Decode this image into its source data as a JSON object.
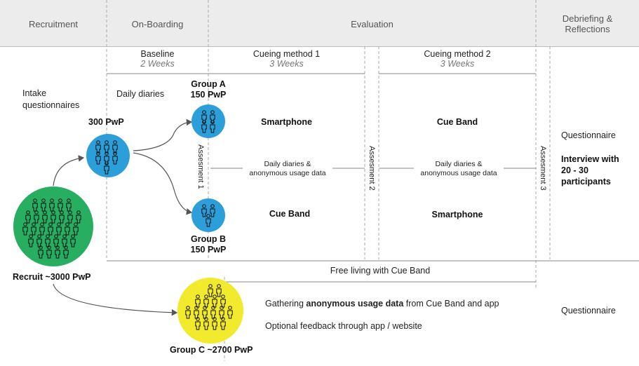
{
  "phases": {
    "recruitment": "Recruitment",
    "onboarding": "On-Boarding",
    "evaluation": "Evaluation",
    "debriefing_line1": "Debriefing &",
    "debriefing_line2": "Reflections"
  },
  "baseline": {
    "title": "Baseline",
    "duration": "2 Weeks"
  },
  "cueing1": {
    "title": "Cueing method 1",
    "duration": "3 Weeks"
  },
  "cueing2": {
    "title": "Cueing method 2",
    "duration": "3 Weeks"
  },
  "intake": {
    "line1": "Intake",
    "line2": "questionnaires"
  },
  "daily_diaries": "Daily diaries",
  "pwp300": "300 PwP",
  "recruit": "Recruit ~3000 PwP",
  "group_a": {
    "line1": "Group A",
    "line2": "150 PwP"
  },
  "group_b": {
    "line1": "Group B",
    "line2": "150 PwP"
  },
  "group_c": "Group C ~2700 PwP",
  "smartphone": "Smartphone",
  "cue_band": "Cue Band",
  "diaries_note": {
    "line1": "Daily diaries  &",
    "line2": "anonymous usage data"
  },
  "assessments": [
    "Assesment 1",
    "Assesment 2",
    "Assesment 3"
  ],
  "questionnaire": "Questionnaire",
  "interview": {
    "line1": "Interview with",
    "line2": "20 - 30",
    "line3": "participants"
  },
  "free_living": "Free living with  Cue Band",
  "gathering": {
    "prefix": "Gathering ",
    "bold": "anonymous usage data",
    "suffix": " from  Cue Band  and app"
  },
  "optional_feedback": "Optional feedback through app / website",
  "colors": {
    "green": "#27ae60",
    "blue": "#2c9fdb",
    "yellow": "#f2ea2c",
    "header_bg": "#ececec"
  }
}
